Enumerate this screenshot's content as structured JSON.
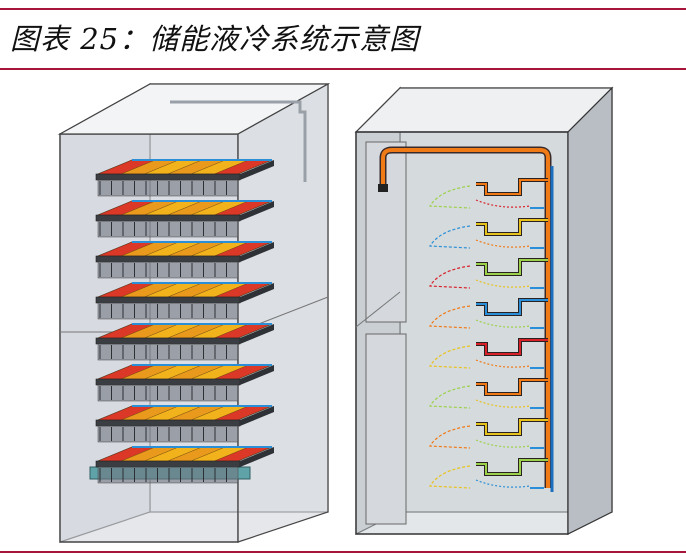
{
  "caption": {
    "text": "图表 25：储能液冷系统示意图"
  },
  "colors": {
    "rule": "#a8153a",
    "cabinet_glass": "#d6dae0",
    "cabinet_edge": "#4a4f57",
    "hot": "#d8222a",
    "warm": "#f2b21c",
    "cool": "#2a8fd6",
    "pipe_orange": "#f07a16",
    "base_teal": "#5fa3a8"
  },
  "figure": {
    "left_cabinet": {
      "battery_modules": 8
    },
    "right_cabinet": {
      "cooling_branches": 8
    }
  }
}
